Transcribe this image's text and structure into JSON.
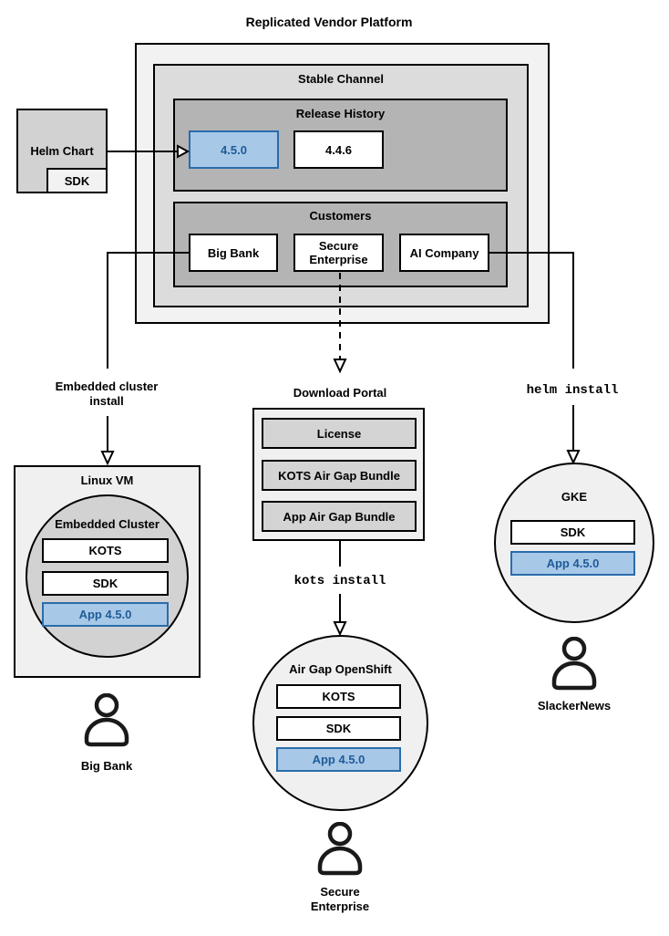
{
  "colors": {
    "accent_blue_fill": "#a8c8e8",
    "accent_blue_border": "#2a6cab",
    "accent_blue_text": "#1e5b97"
  },
  "platform": {
    "title": "Replicated Vendor Platform",
    "stable_channel_label": "Stable Channel",
    "release_history": {
      "label": "Release History",
      "releases": [
        {
          "version": "4.5.0",
          "highlighted": true
        },
        {
          "version": "4.4.6",
          "highlighted": false
        }
      ]
    },
    "customers": {
      "label": "Customers",
      "items": [
        {
          "name": "Big Bank"
        },
        {
          "name": "Secure Enterprise"
        },
        {
          "name": "AI Company"
        }
      ]
    }
  },
  "helm_chart": {
    "label": "Helm Chart",
    "sdk_label": "SDK"
  },
  "flows": {
    "embedded_cluster": {
      "install_label_line1": "Embedded cluster",
      "install_label_line2": "install",
      "vm_label": "Linux VM",
      "cluster_label": "Embedded Cluster",
      "components": [
        {
          "name": "KOTS",
          "highlighted": false
        },
        {
          "name": "SDK",
          "highlighted": false
        },
        {
          "name": "App 4.5.0",
          "highlighted": true
        }
      ],
      "persona": "Big Bank"
    },
    "air_gap": {
      "portal_label": "Download Portal",
      "portal_items": [
        {
          "name": "License"
        },
        {
          "name": "KOTS Air Gap Bundle"
        },
        {
          "name": "App Air Gap Bundle"
        }
      ],
      "command": "kots install",
      "cluster_label": "Air Gap OpenShift",
      "components": [
        {
          "name": "KOTS",
          "highlighted": false
        },
        {
          "name": "SDK",
          "highlighted": false
        },
        {
          "name": "App 4.5.0",
          "highlighted": true
        }
      ],
      "persona_line1": "Secure",
      "persona_line2": "Enterprise"
    },
    "helm": {
      "command": "helm install",
      "cluster_label": "GKE",
      "components": [
        {
          "name": "SDK",
          "highlighted": false
        },
        {
          "name": "App 4.5.0",
          "highlighted": true
        }
      ],
      "persona": "SlackerNews"
    }
  }
}
